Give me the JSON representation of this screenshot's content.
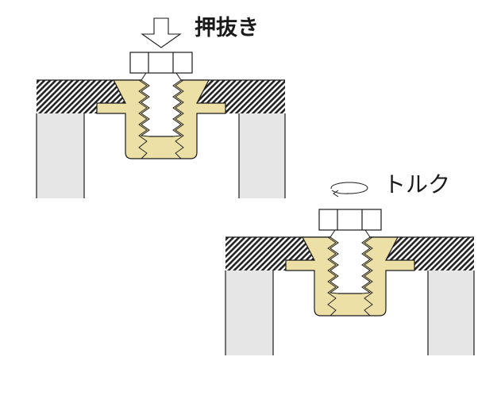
{
  "diagrams": [
    {
      "id": "push-out",
      "label": "押抜き",
      "action_icon": "down-arrow-icon",
      "description": "Push-out test of threaded insert"
    },
    {
      "id": "torque",
      "label": "トルク",
      "action_icon": "rotation-arrow-icon",
      "description": "Torque test of threaded insert"
    }
  ],
  "colors": {
    "insert_fill": "#ede0a6",
    "support_fill": "#e6e6e6",
    "hatch": "#222222",
    "outline": "#1a1a1a",
    "background": "#ffffff"
  }
}
